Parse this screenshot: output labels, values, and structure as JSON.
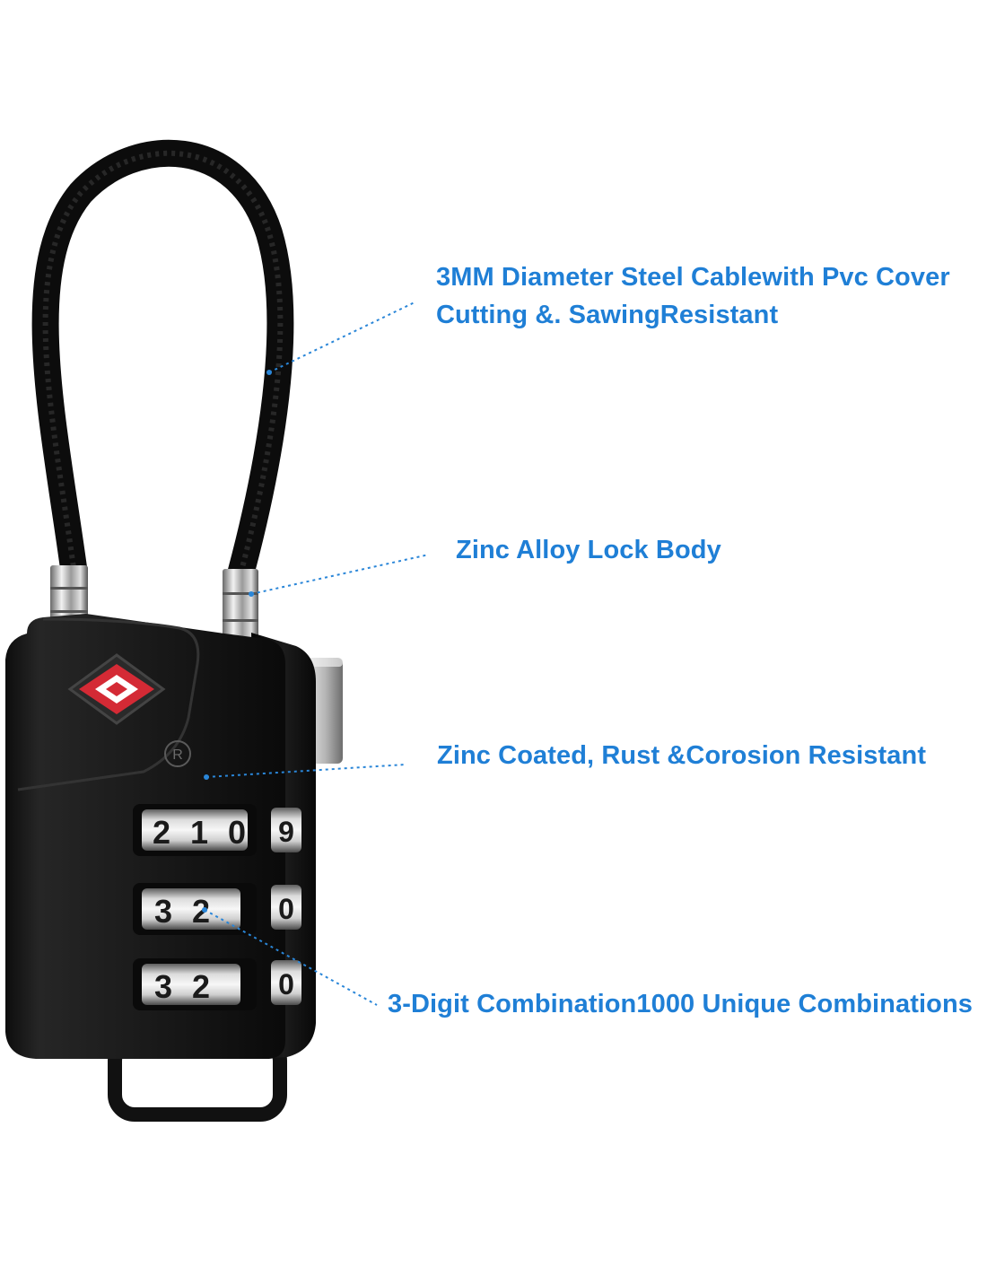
{
  "callouts": {
    "cable": {
      "line1": "3MM Diameter Steel Cablewith Pvc Cover",
      "line2": "Cutting &. SawingResistant"
    },
    "body": {
      "line1": "Zinc Alloy Lock Body"
    },
    "coating": {
      "line1": "Zinc Coated, Rust &Corosion Resistant"
    },
    "combination": {
      "line1": "3-Digit Combination1000 Unique Combinations"
    }
  },
  "dials": {
    "row1": [
      "2",
      "1",
      "0",
      "9"
    ],
    "row2": [
      "3",
      "2",
      "0"
    ],
    "row3": [
      "3",
      "2",
      "0"
    ]
  },
  "colors": {
    "callout_text": "#1f7fd6",
    "lock_body": "#141414",
    "tsa_badge": "#d42a35",
    "background": "#ffffff"
  }
}
